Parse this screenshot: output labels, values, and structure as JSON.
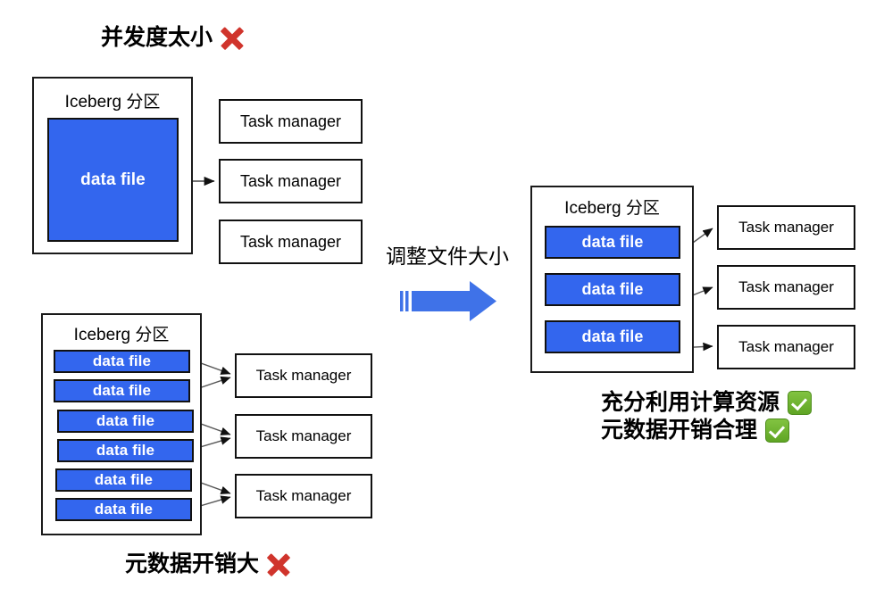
{
  "meta": {
    "background": "#ffffff",
    "accent_blue": "#3366ee",
    "arrow_blue": "#3f72e8",
    "x_red": "#d0342c",
    "check_green": "#6fb52e",
    "stroke": "#111111"
  },
  "headings": {
    "top_left": "并发度太小",
    "bottom_left": "元数据开销大",
    "right_line1": "充分利用计算资源",
    "right_line2": "元数据开销合理"
  },
  "transition": {
    "label": "调整文件大小",
    "arrow_icon": "right-block-arrow-icon"
  },
  "groups": {
    "top_left": {
      "partition_title": "Iceberg 分区",
      "data_files": [
        {
          "label": "data file"
        }
      ],
      "task_managers": [
        {
          "label": "Task manager"
        },
        {
          "label": "Task manager"
        },
        {
          "label": "Task manager"
        }
      ]
    },
    "bottom_left": {
      "partition_title": "Iceberg 分区",
      "data_files": [
        {
          "label": "data file"
        },
        {
          "label": "data file"
        },
        {
          "label": "data file"
        },
        {
          "label": "data file"
        },
        {
          "label": "data file"
        },
        {
          "label": "data file"
        }
      ],
      "task_managers": [
        {
          "label": "Task manager"
        },
        {
          "label": "Task manager"
        },
        {
          "label": "Task manager"
        }
      ]
    },
    "right": {
      "partition_title": "Iceberg 分区",
      "data_files": [
        {
          "label": "data file"
        },
        {
          "label": "data file"
        },
        {
          "label": "data file"
        }
      ],
      "task_managers": [
        {
          "label": "Task manager"
        },
        {
          "label": "Task manager"
        },
        {
          "label": "Task manager"
        }
      ]
    }
  }
}
